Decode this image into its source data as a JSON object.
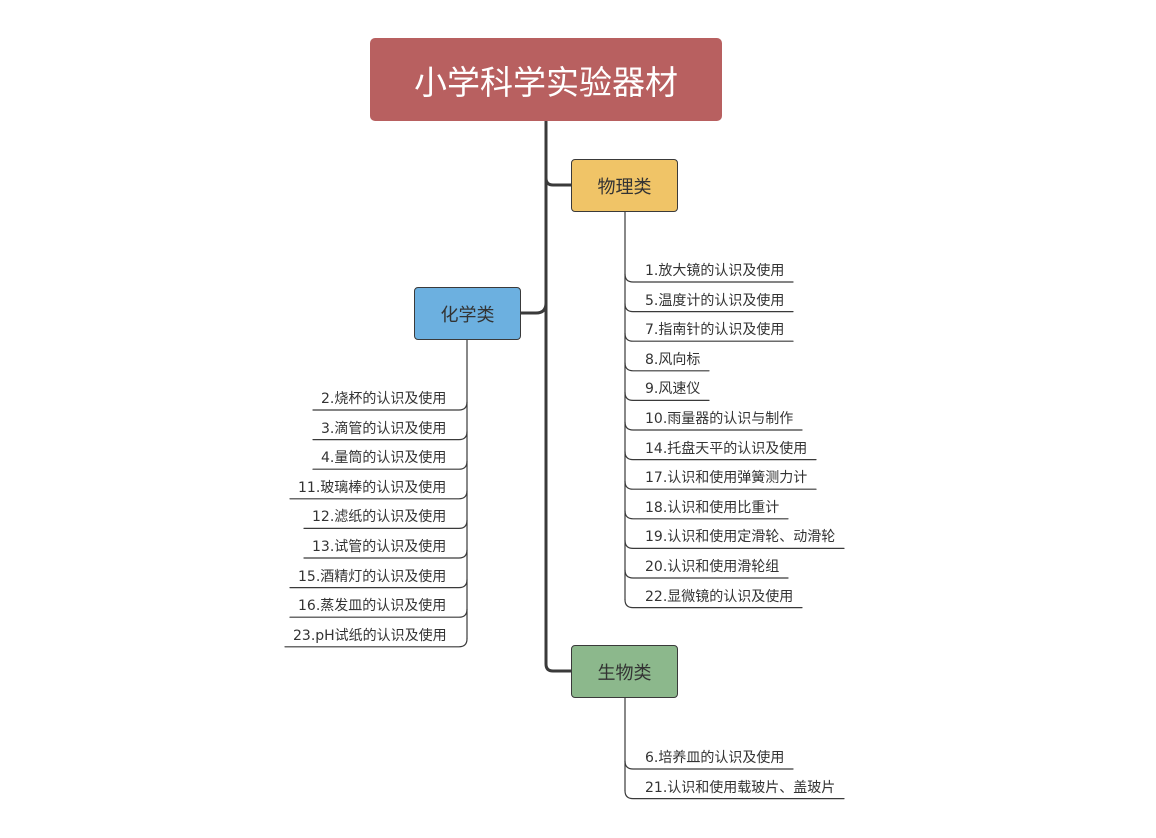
{
  "root": {
    "label": "小学科学实验器材",
    "color": "#b86060"
  },
  "branches": {
    "physics": {
      "label": "物理类",
      "color": "#f0c467",
      "items": [
        "1.放大镜的认识及使用",
        "5.温度计的认识及使用",
        "7.指南针的认识及使用",
        "8.风向标",
        "9.风速仪",
        "10.雨量器的认识与制作",
        "14.托盘天平的认识及使用",
        "17.认识和使用弹簧测力计",
        "18.认识和使用比重计",
        "19.认识和使用定滑轮、动滑轮",
        "20.认识和使用滑轮组",
        "22.显微镜的认识及使用"
      ]
    },
    "chemistry": {
      "label": "化学类",
      "color": "#6cb0e0",
      "items": [
        "2.烧杯的认识及使用",
        "3.滴管的认识及使用",
        "4.量筒的认识及使用",
        "11.玻璃棒的认识及使用",
        "12.滤纸的认识及使用",
        "13.试管的认识及使用",
        "15.酒精灯的认识及使用",
        "16.蒸发皿的认识及使用",
        "23.pH试纸的认识及使用"
      ]
    },
    "biology": {
      "label": "生物类",
      "color": "#8cb88c",
      "items": [
        "6.培养皿的认识及使用",
        "21.认识和使用载玻片、盖玻片"
      ]
    }
  },
  "line_color": "#3a3a3a"
}
